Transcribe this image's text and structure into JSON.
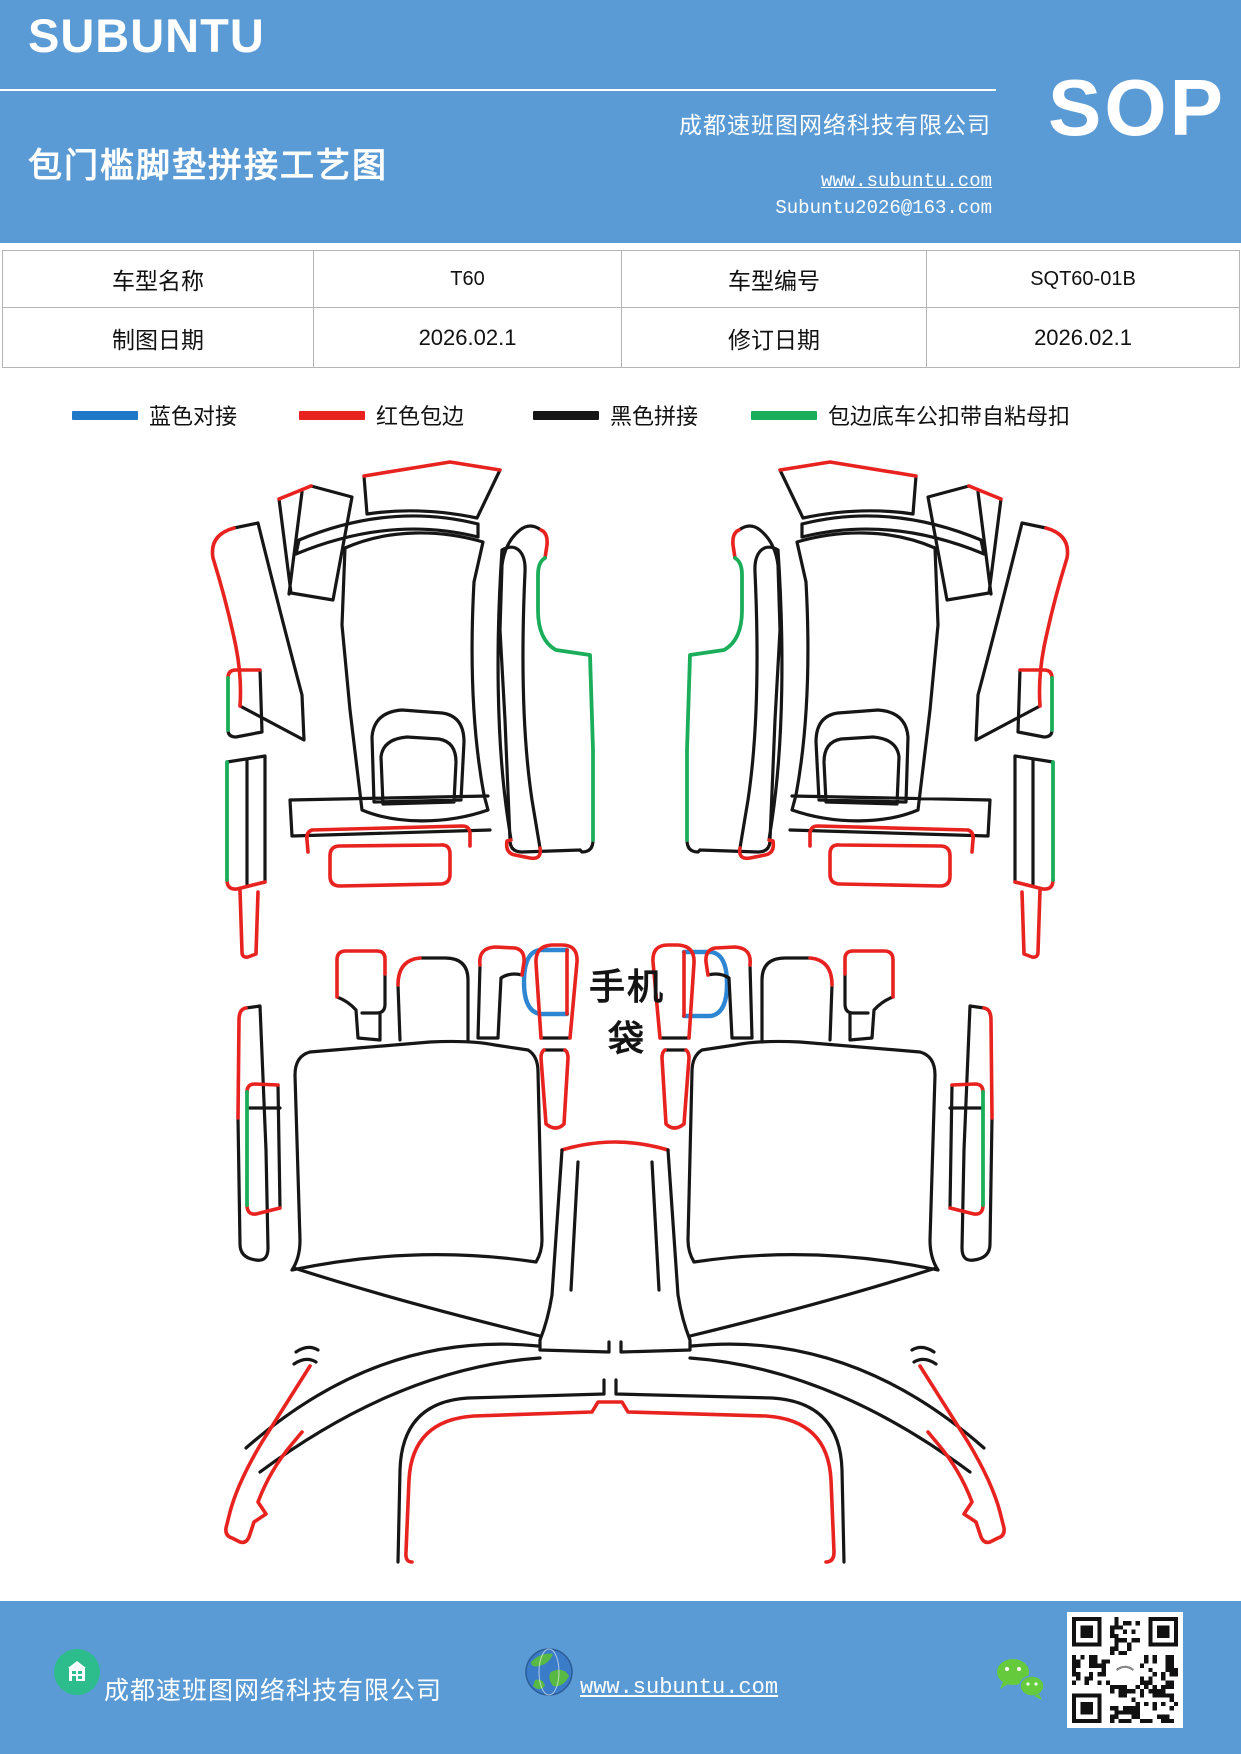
{
  "header": {
    "logo_text": "SUBUNTU",
    "title": "包门槛脚垫拼接工艺图",
    "company": "成都速班图网络科技有限公司",
    "website": "www.subuntu.com",
    "email": "Subuntu2026@163.com",
    "sop_label": "SOP"
  },
  "info_table": {
    "rows": [
      {
        "c1": "车型名称",
        "c2": "T60",
        "c3": "车型编号",
        "c4": "SQT60-01B"
      },
      {
        "c1": "制图日期",
        "c2": "2026.02.1",
        "c3": "修订日期",
        "c4": "2026.02.1"
      }
    ]
  },
  "legend": {
    "items": [
      {
        "label": "蓝色对接",
        "color": "#1f78c8"
      },
      {
        "label": "红色包边",
        "color": "#e8231f"
      },
      {
        "label": "黑色拼接",
        "color": "#161616"
      },
      {
        "label": "包边底车公扣带自粘母扣",
        "color": "#1bae5a"
      }
    ]
  },
  "diagram": {
    "phone_bag_label": "手机袋"
  },
  "footer": {
    "company": "成都速班图网络科技有限公司",
    "website": "www.subuntu.com"
  },
  "colors": {
    "banner_blue": "#5b9bd5",
    "line_red": "#e8231f",
    "line_green": "#1bae5a",
    "line_blue": "#2e86d3",
    "line_black": "#161616"
  }
}
